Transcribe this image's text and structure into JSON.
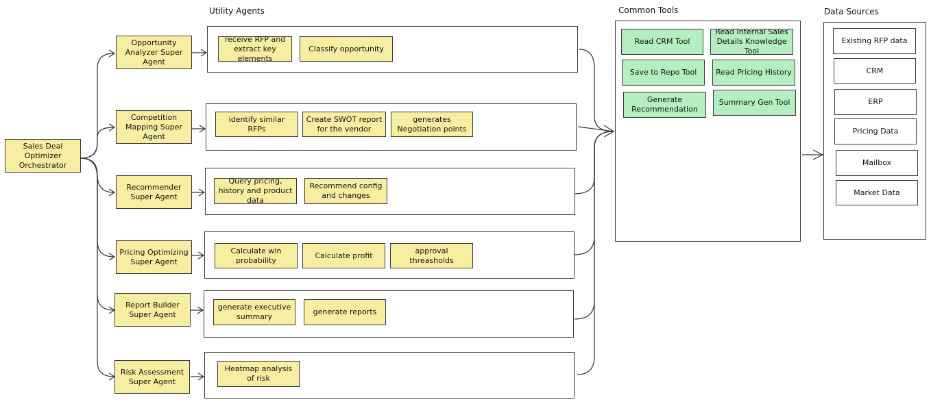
{
  "headings": {
    "utility_agents": "Utility Agents",
    "common_tools": "Common Tools",
    "data_sources": "Data Sources"
  },
  "orchestrator": {
    "label": "Sales Deal Optimizer Orchestrator"
  },
  "agents": [
    {
      "label": "Opportunity Analyzer Super Agent",
      "tasks": [
        "receive RFP and extract key elements",
        "Classify opportunity"
      ]
    },
    {
      "label": "Competition Mapping Super Agent",
      "tasks": [
        "identify similar RFPs",
        "Create SWOT report for the vendor",
        "generates Negotiation points"
      ]
    },
    {
      "label": "Recommender Super Agent",
      "tasks": [
        "Query pricing, history and product data",
        "Recommend config and changes"
      ]
    },
    {
      "label": "Pricing Optimizing Super Agent",
      "tasks": [
        "Calculate win probability",
        "Calculate profit",
        "approval threasholds"
      ]
    },
    {
      "label": "Report Builder Super Agent",
      "tasks": [
        "generate executive summary",
        "generate reports"
      ]
    },
    {
      "label": "Risk Assessment Super Agent",
      "tasks": [
        "Heatmap analysis of risk"
      ]
    }
  ],
  "tools": [
    "Read CRM Tool",
    "Read Internal Sales Details Knowledge Tool",
    "Save to Repo Tool",
    "Read Pricing History",
    "Generate Recommendation",
    "Summary Gen Tool"
  ],
  "data_sources": [
    "Existing RFP data",
    "CRM",
    "ERP",
    "Pricing Data",
    "Mailbox",
    "Market Data"
  ],
  "colors": {
    "agent_fill": "#f8eea1",
    "tool_fill": "#b5efc1",
    "source_fill": "#ffffff",
    "stroke": "#3a3a3a"
  }
}
